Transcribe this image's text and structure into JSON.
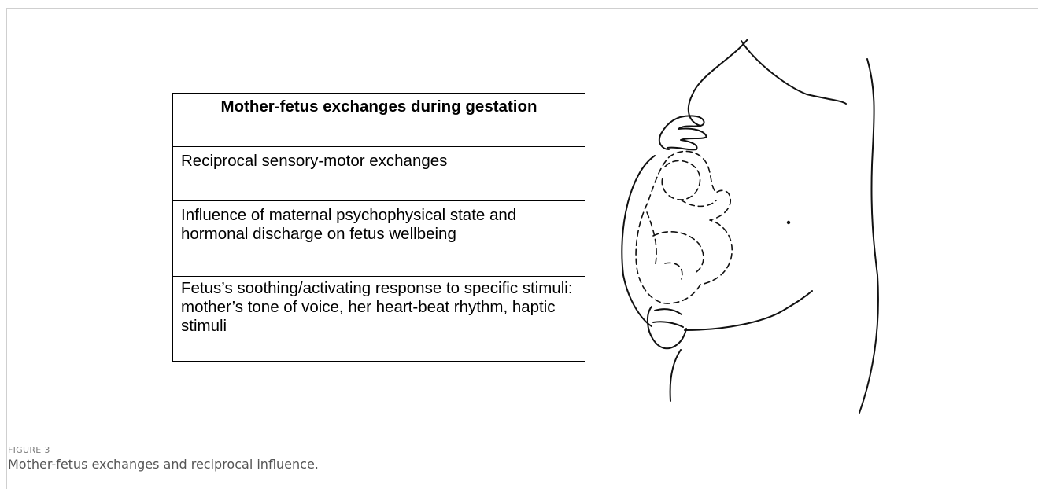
{
  "table": {
    "header": "Mother-fetus exchanges during gestation",
    "rows": [
      "Reciprocal sensory-motor exchanges",
      "Influence of maternal psychophysical state and hormonal discharge on fetus wellbeing",
      "Fetus’s soothing/activating response to specific stimuli: mother’s tone of voice, her heart-beat rhythm, haptic stimuli"
    ]
  },
  "figure": {
    "label": "FIGURE 3",
    "caption": "Mother-fetus exchanges and reciprocal influence."
  },
  "illustration": {
    "subject": "pregnant-woman-with-fetus-line-drawing"
  }
}
